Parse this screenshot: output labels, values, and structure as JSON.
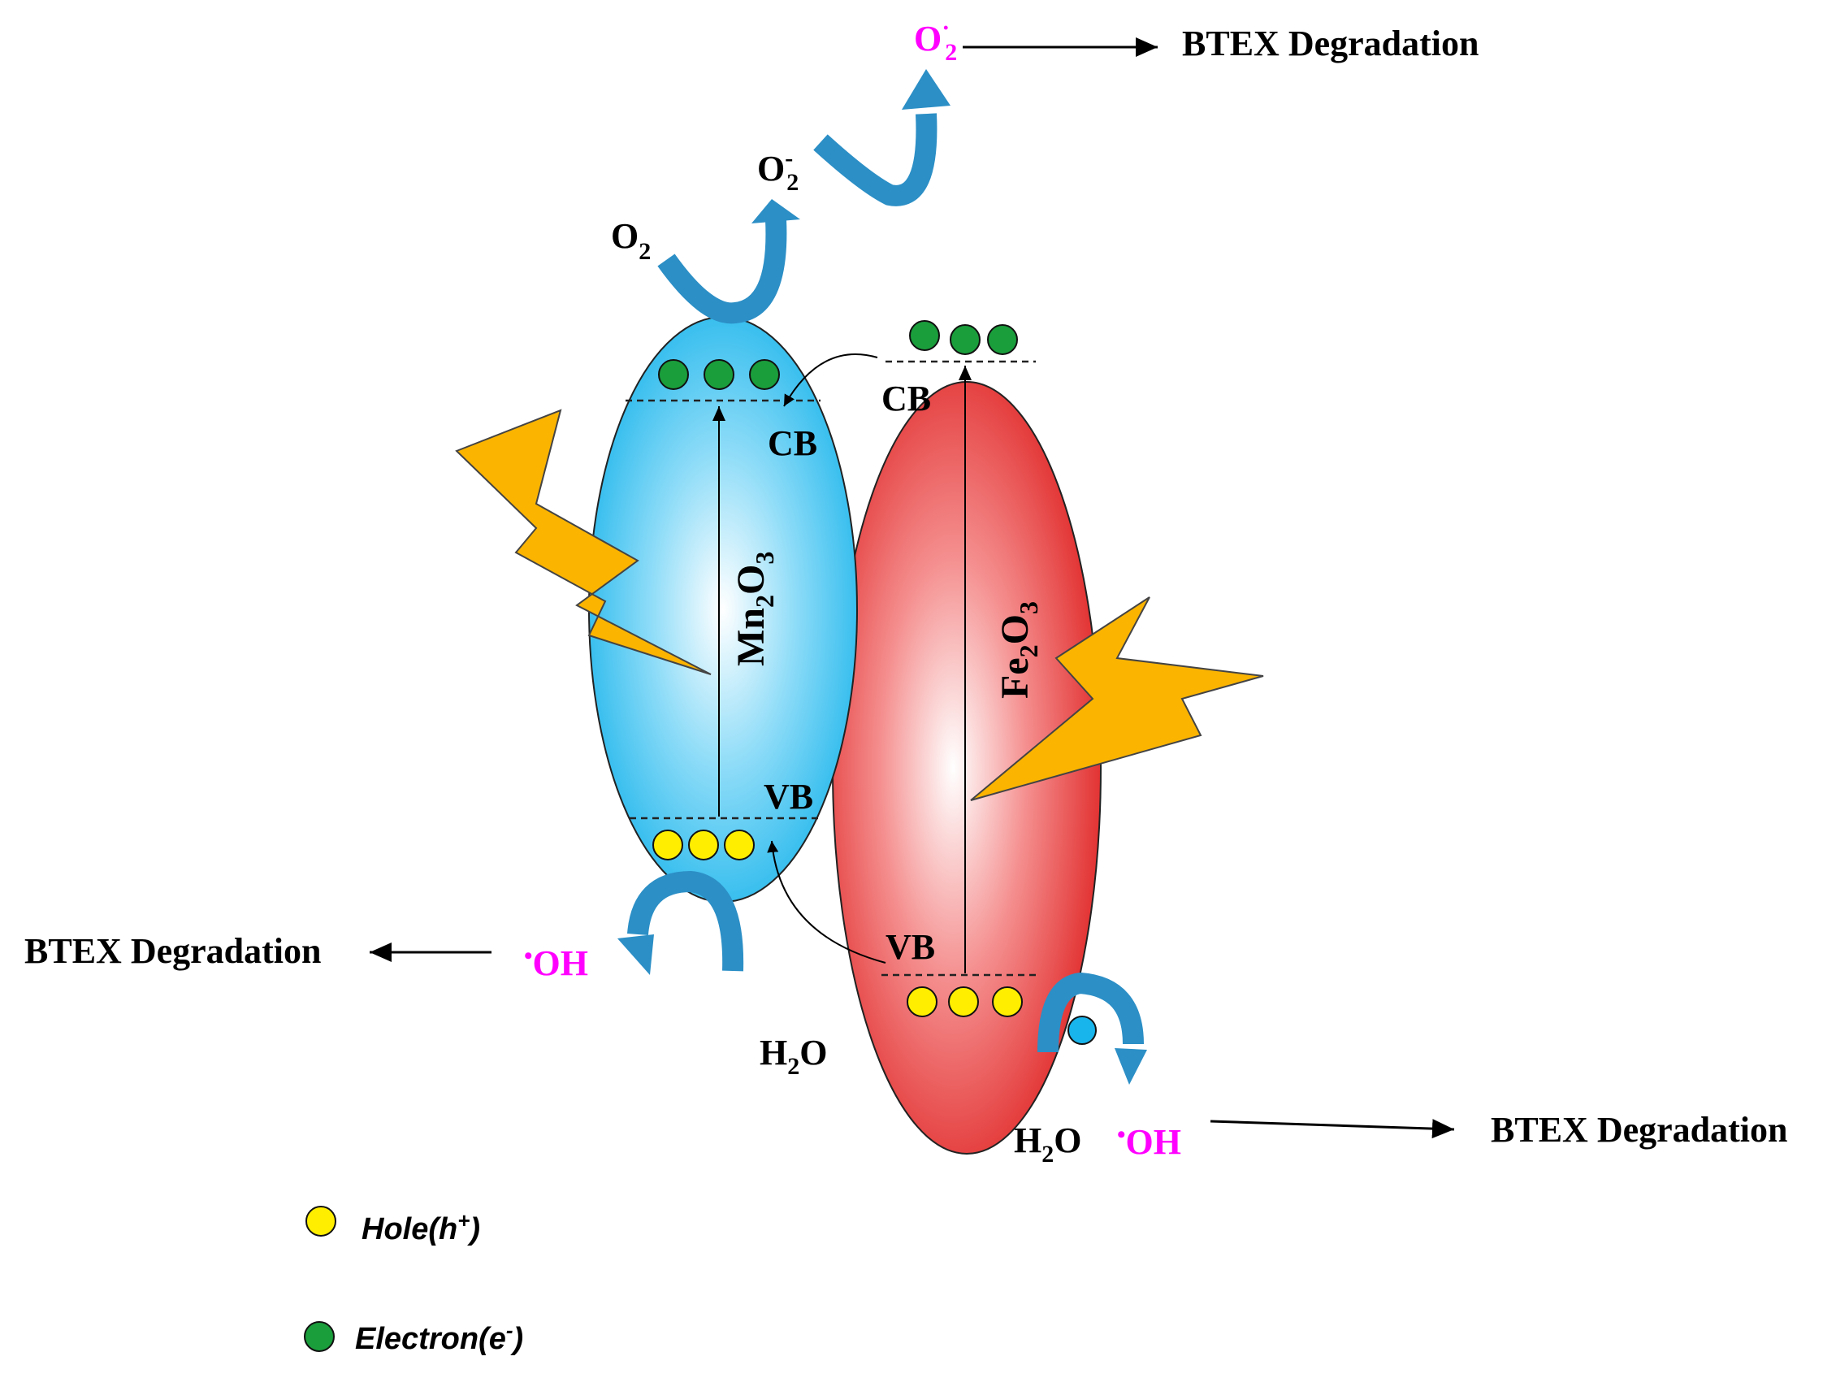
{
  "labels": {
    "o2": "O",
    "o2_sub": "2",
    "o2minus_base": "O",
    "o2minus_sup": "-",
    "o2minus_sub": "2",
    "o2rad_base": "O",
    "o2rad_sup": "·",
    "o2rad_sub": "2",
    "btex_top": "BTEX Degradation",
    "btex_left": "BTEX Degradation",
    "btex_bottom": "BTEX Degradation",
    "oh_left_dot": "•",
    "oh_left": "OH",
    "oh_bottom_dot": "•",
    "oh_bottom": "OH",
    "h2o_mid_a": "H",
    "h2o_mid_sub": "2",
    "h2o_mid_b": "O",
    "h2o_bottom_a": "H",
    "h2o_bottom_sub": "2",
    "h2o_bottom_b": "O",
    "mn_cb": "CB",
    "mn_vb": "VB",
    "fe_cb": "CB",
    "fe_vb": "VB",
    "mn_name_a": "Mn",
    "mn_name_sub1": "2",
    "mn_name_b": "O",
    "mn_name_sub2": "3",
    "fe_name_a": "Fe",
    "fe_name_sub1": "2",
    "fe_name_b": "O",
    "fe_name_sub2": "3"
  },
  "legend": {
    "hole_base": "Hole(h",
    "hole_sup": "+",
    "hole_end": ")",
    "electron_base": "Electron(e",
    "electron_sup": "-",
    "electron_end": ")"
  },
  "colors": {
    "mn_particle": "#18b4ec",
    "fe_particle": "#e02424",
    "electron": "#1a9e3c",
    "hole": "#ffee00",
    "lightning": "#fbb400",
    "curved_arrow": "#2c8fc6",
    "radical_text": "#ff00ff"
  }
}
